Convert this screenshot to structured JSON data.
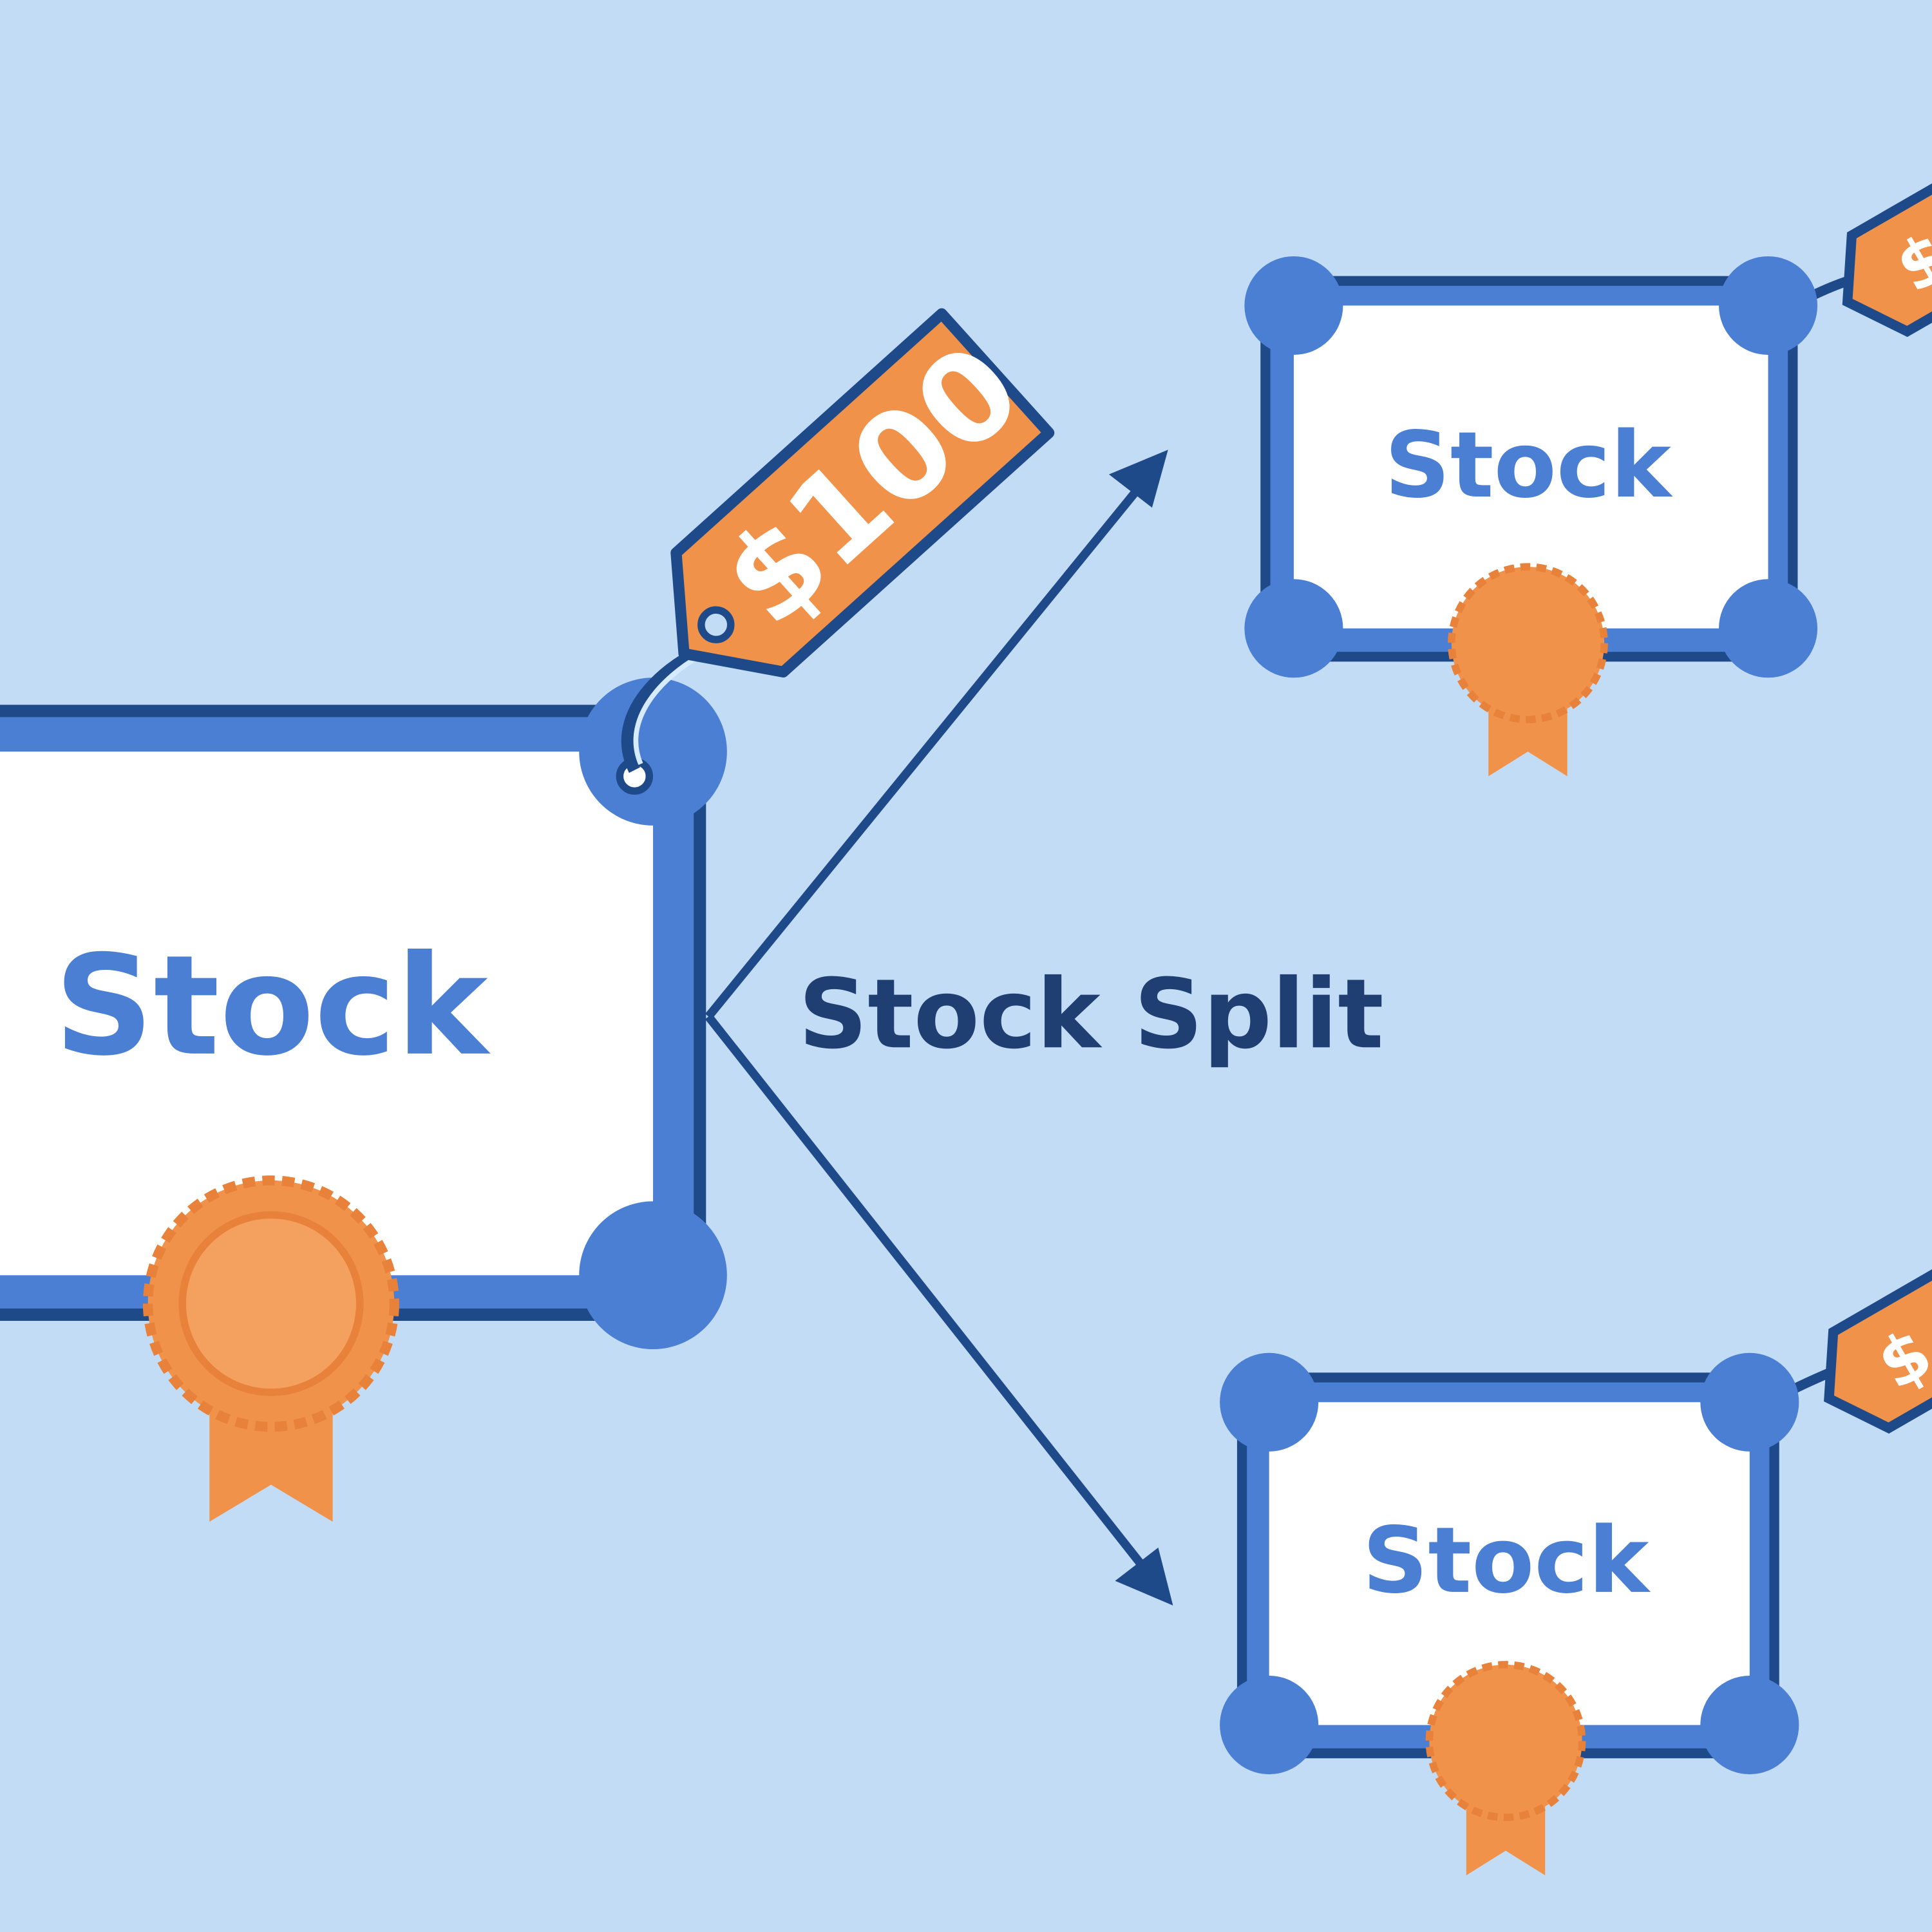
{
  "colors": {
    "background": "#c3dcf5",
    "certificate_blue": "#4a7fd4",
    "outline_dark": "#1f4a8a",
    "orange": "#f0924a",
    "label_dark": "#1f3f73"
  },
  "original_certificate": {
    "label": "Stock",
    "price_tag": "$100"
  },
  "split_label": "Stock Split",
  "split_certificates": [
    {
      "label": "Stock",
      "price_tag_visible": "$"
    },
    {
      "label": "Stock",
      "price_tag_visible": "$"
    }
  ]
}
